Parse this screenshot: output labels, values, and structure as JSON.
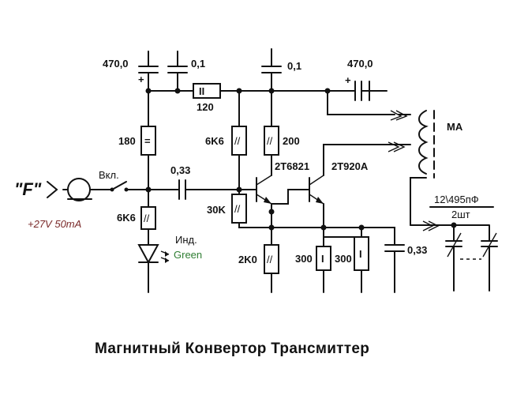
{
  "input": {
    "name": "\"F\"",
    "supply": "+27V 50mA",
    "switch": "Вкл."
  },
  "components": {
    "c1": "470,0",
    "c2": "0,1",
    "c3": "0,1",
    "c4": "470,0",
    "r120": "120",
    "r120_mark": "II",
    "r180": "180",
    "r180_mark": "=",
    "r6k6a": "6K6",
    "r6k6a_mark": "//",
    "r200": "200",
    "r200_mark": "//",
    "c033a": "0,33",
    "q1": "2T6821",
    "q2": "2T920A",
    "r30k": "30K",
    "r30k_mark": "//",
    "r6k6b": "6K6",
    "r6k6b_mark": "//",
    "led_label": "Инд.",
    "led_color": "Green",
    "r2k0": "2K0",
    "r2k0_mark": "//",
    "r300a": "300",
    "r300a_mark": "I",
    "r300b": "300",
    "r300b_mark": "I",
    "c033b": "0,33",
    "antenna": "МА",
    "varicap": "12\\495пФ",
    "varicap_qty": "2шт"
  },
  "title": "Магнитный Конвертор Трансмиттер"
}
